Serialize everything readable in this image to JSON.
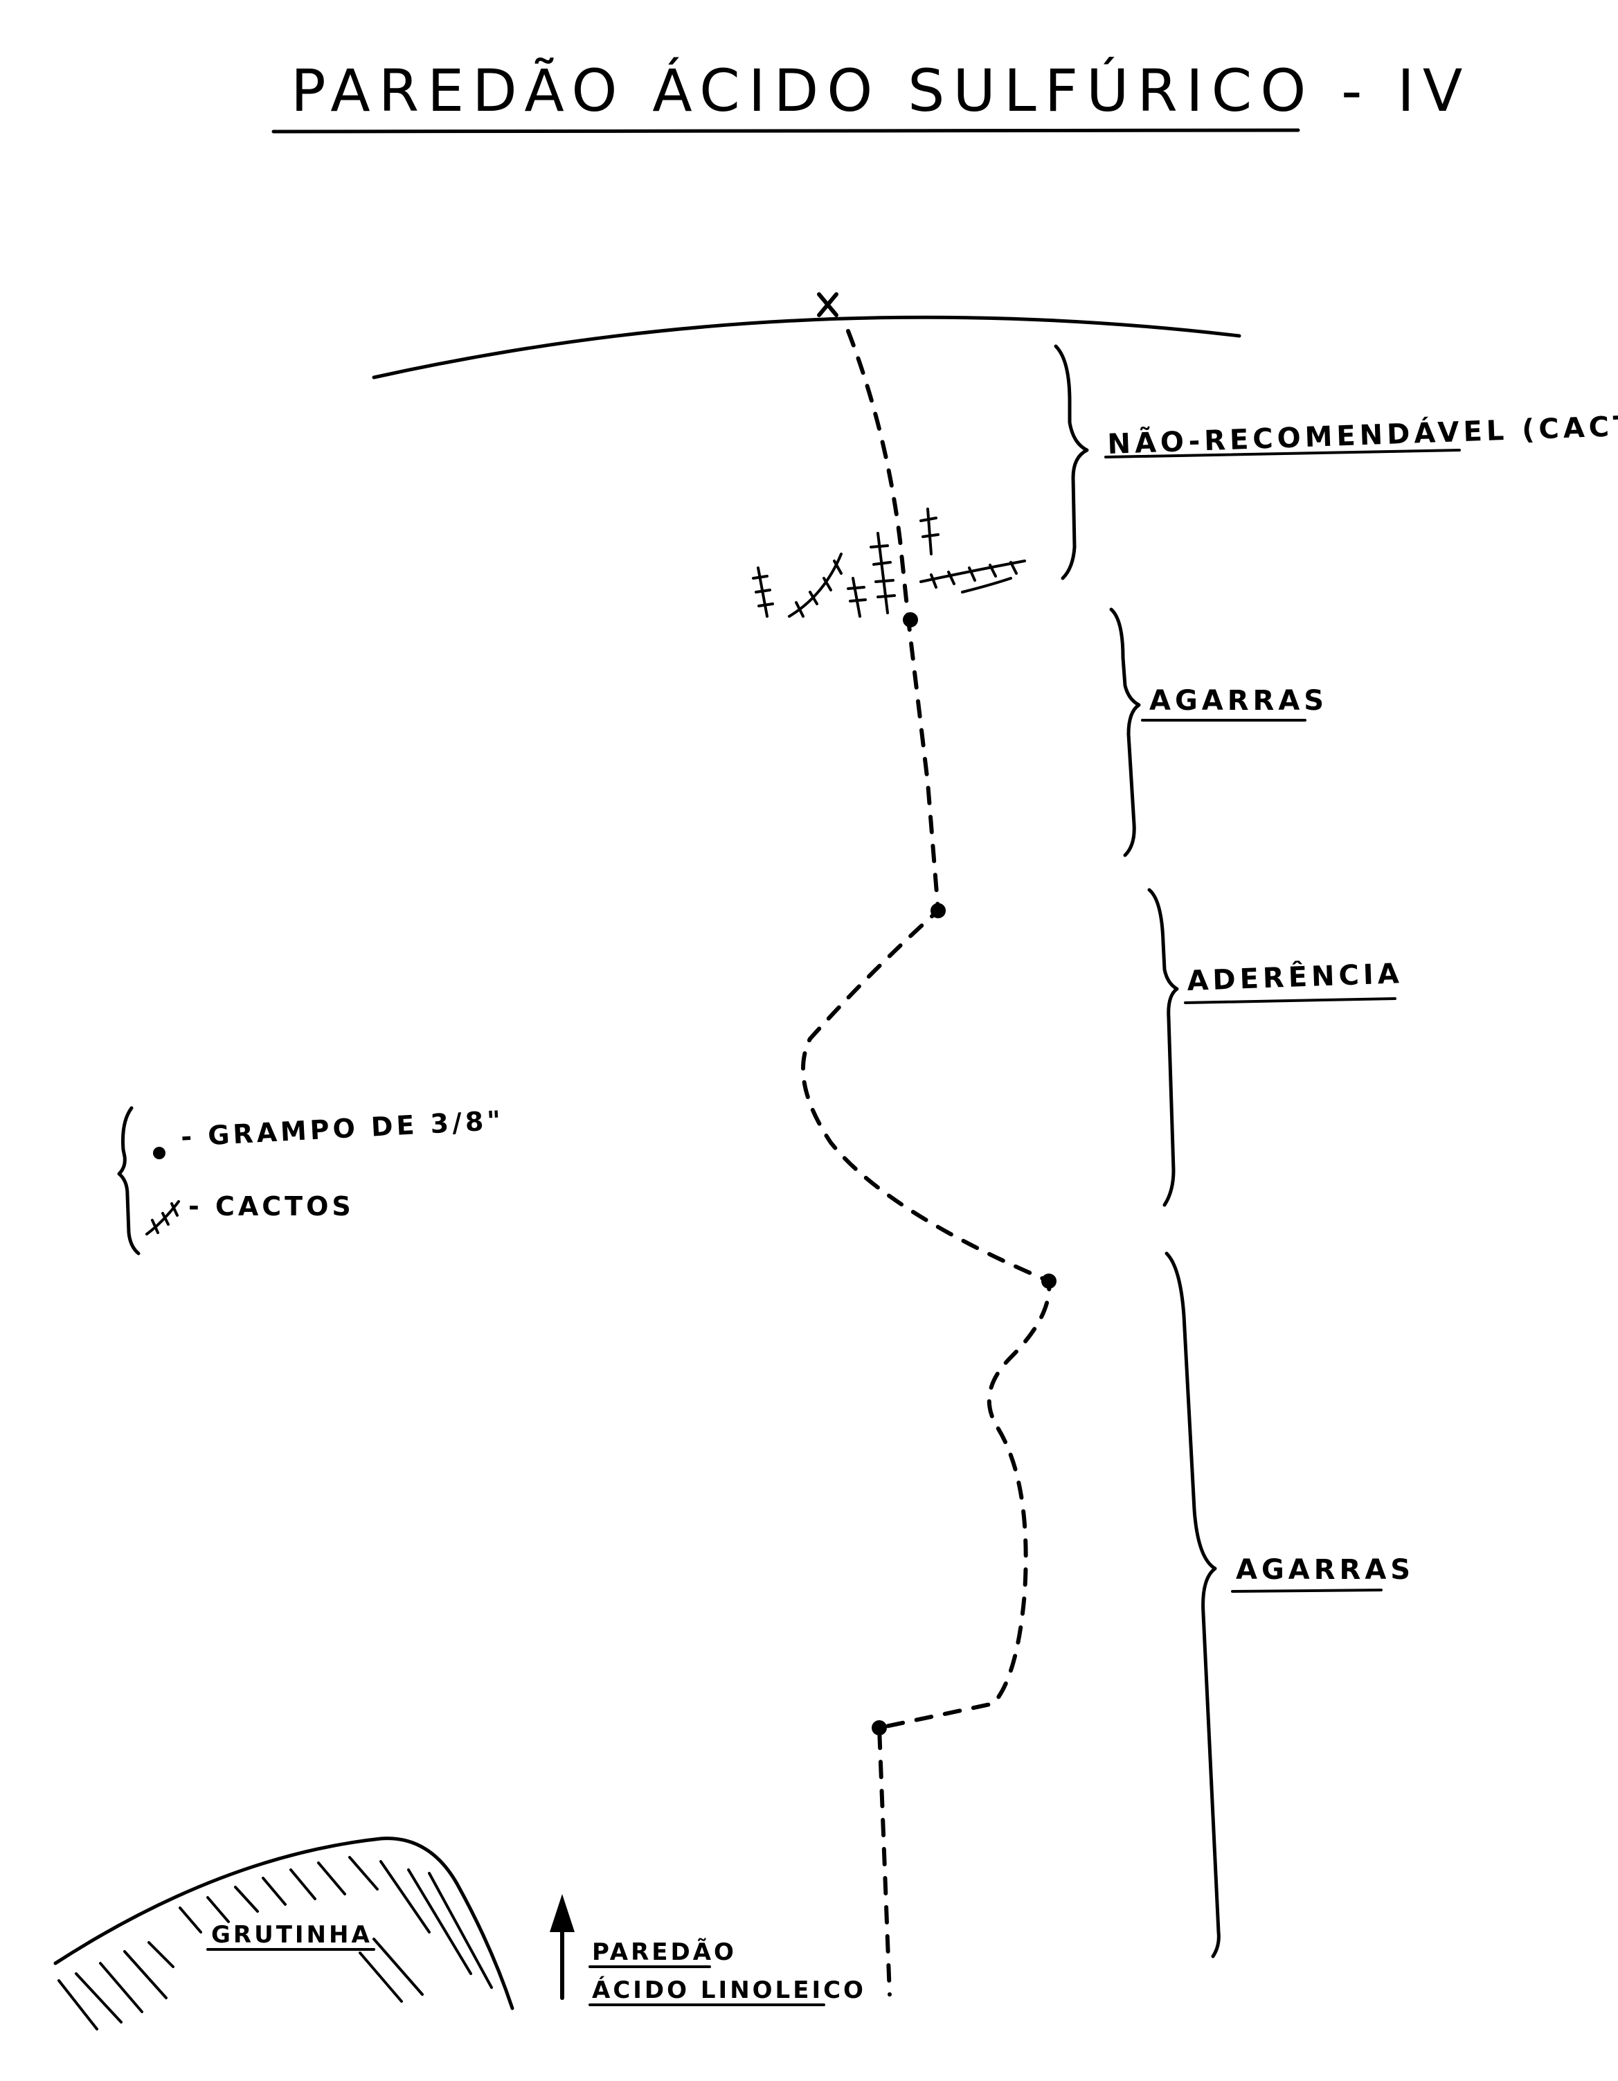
{
  "title": "PAREDÃO ÁCIDO SULFÚRICO - IV",
  "sections": [
    {
      "label": "NÃO-RECOMENDÁVEL (CACTOS)"
    },
    {
      "label": "AGARRAS"
    },
    {
      "label": "ADERÊNCIA"
    },
    {
      "label": "AGARRAS"
    }
  ],
  "legend": {
    "bolt": "- GRAMPO DE 3/8\"",
    "cactus": "- CACTOS"
  },
  "features": {
    "cave": "GRUTINHA",
    "neighbor_line1": "PAREDÃO",
    "neighbor_line2": "ÁCIDO LINOLEICO"
  },
  "route": {
    "top_marker": "x"
  }
}
